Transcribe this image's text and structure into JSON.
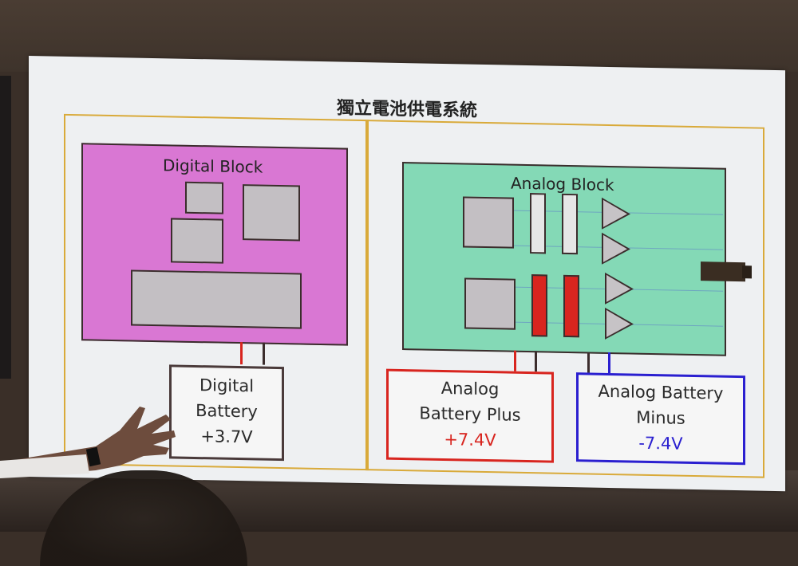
{
  "slide": {
    "title": "獨立電池供電系統",
    "digital_block": {
      "label": "Digital Block",
      "color": "#d977d3"
    },
    "analog_block": {
      "label": "Analog Block",
      "color": "#84d9b6"
    },
    "batteries": {
      "digital": {
        "line1": "Digital",
        "line2": "Battery",
        "voltage": "+3.7V",
        "border_color": "#4a3a3a",
        "voltage_color": "#2a2a2a"
      },
      "analog_plus": {
        "line1": "Analog",
        "line2": "Battery Plus",
        "voltage": "+7.4V",
        "border_color": "#d8251f",
        "voltage_color": "#d8251f"
      },
      "analog_minus": {
        "line1": "Analog Battery",
        "line2": "Minus",
        "voltage": "-7.4V",
        "border_color": "#2a1fd0",
        "voltage_color": "#2a1fd0"
      }
    },
    "colors": {
      "frame": "#d9aa3a",
      "wire_red": "#d8251f",
      "wire_dark": "#3b2d2d",
      "wire_blue": "#2a1fd0"
    }
  }
}
